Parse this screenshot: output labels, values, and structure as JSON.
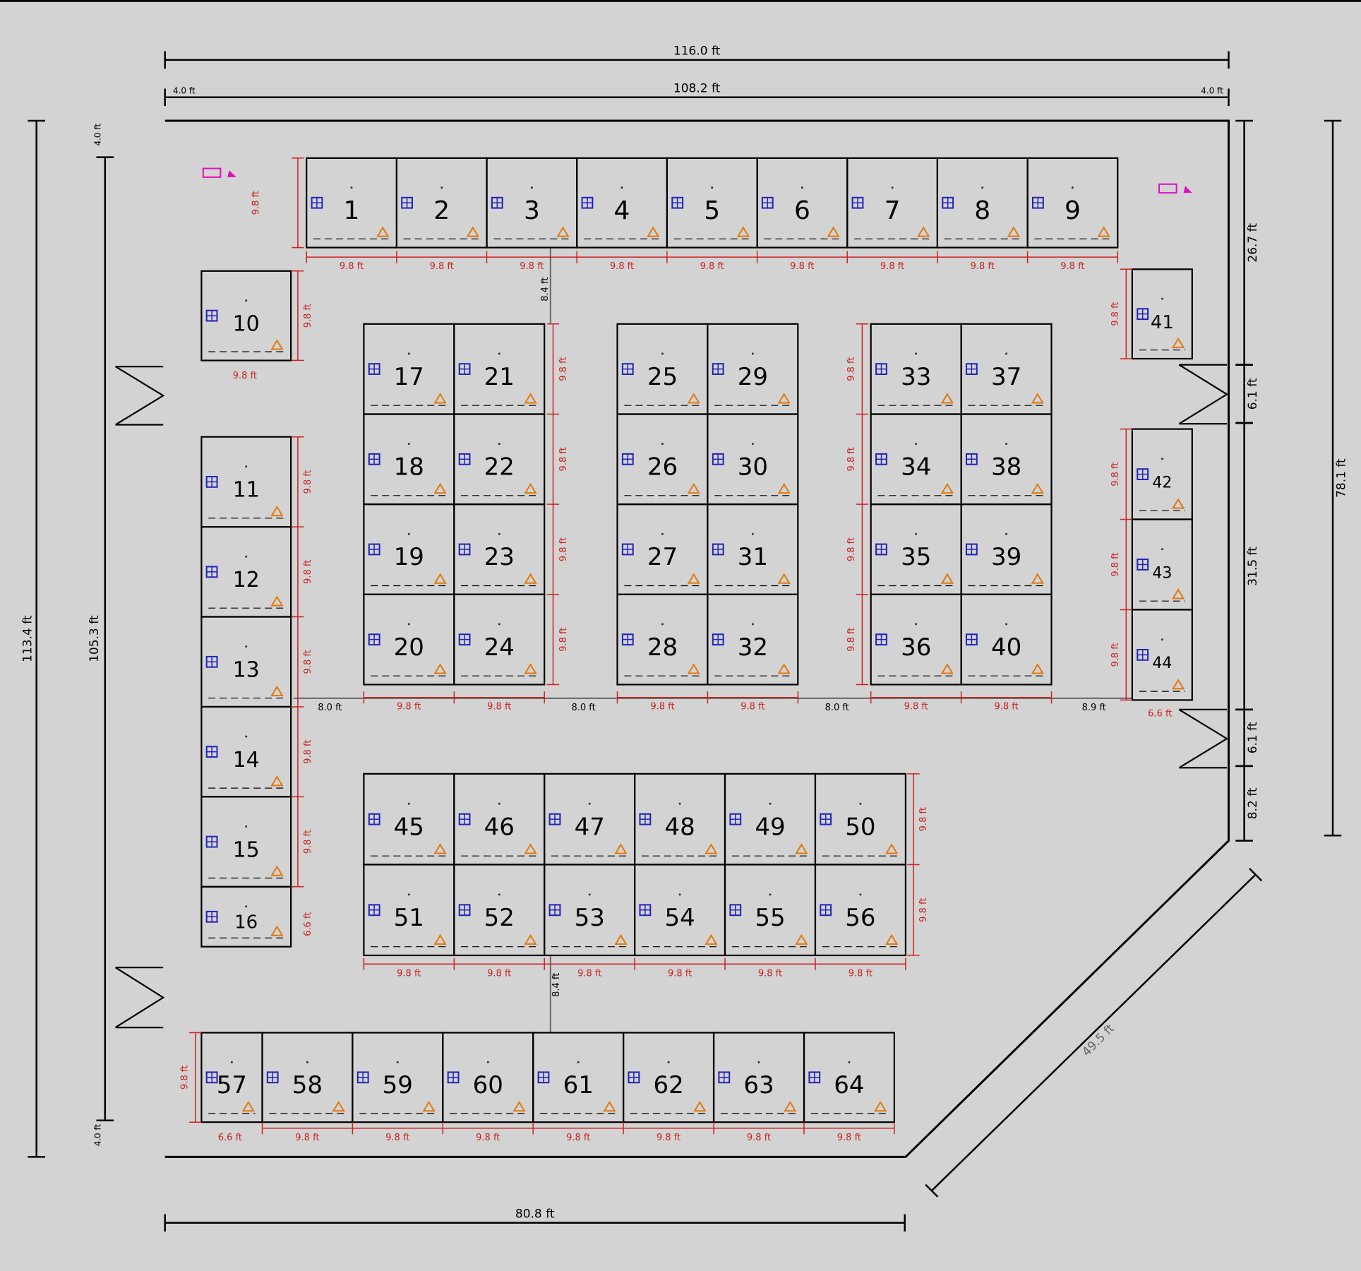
{
  "colors": {
    "background": "#d3d3d3",
    "wall": "#000000",
    "dimension": "#cc2222",
    "outlet": "#2222bb",
    "light": "#e07a10",
    "marker": "#e010c0",
    "aisle": "#666666"
  },
  "icons": {
    "outlet": "outlet-icon",
    "light": "light-icon",
    "marker": "marker-icon",
    "door": "door-icon"
  },
  "dimensions": {
    "overall_width": "116.0 ft",
    "inner_width": "108.2 ft",
    "left_margin": "4.0 ft",
    "right_margin": "4.0 ft",
    "overall_height": "113.4 ft",
    "inner_height": "105.3 ft",
    "top_margin": "4.0 ft",
    "bottom_margin": "4.0 ft",
    "right_height": "78.1 ft",
    "right_seg_1": "26.7 ft",
    "right_door_1": "6.1 ft",
    "right_seg_2": "31.5 ft",
    "right_door_2": "6.1 ft",
    "right_seg_3": "8.2 ft",
    "diagonal": "49.5 ft",
    "bottom_width": "80.8 ft",
    "aisle_top": "8.4 ft",
    "aisle_bottom": "8.4 ft",
    "aisle_gap_1": "8.0 ft",
    "aisle_gap_2": "8.0 ft",
    "aisle_gap_3": "8.0 ft",
    "aisle_gap_4": "8.9 ft",
    "booth_small": "6.6 ft",
    "booth_standard": "9.8 ft"
  },
  "booths": [
    "1",
    "2",
    "3",
    "4",
    "5",
    "6",
    "7",
    "8",
    "9",
    "10",
    "11",
    "12",
    "13",
    "14",
    "15",
    "16",
    "17",
    "18",
    "19",
    "20",
    "21",
    "22",
    "23",
    "24",
    "25",
    "26",
    "27",
    "28",
    "29",
    "30",
    "31",
    "32",
    "33",
    "34",
    "35",
    "36",
    "37",
    "38",
    "39",
    "40",
    "41",
    "42",
    "43",
    "44",
    "45",
    "46",
    "47",
    "48",
    "49",
    "50",
    "51",
    "52",
    "53",
    "54",
    "55",
    "56",
    "57",
    "58",
    "59",
    "60",
    "61",
    "62",
    "63",
    "64"
  ]
}
